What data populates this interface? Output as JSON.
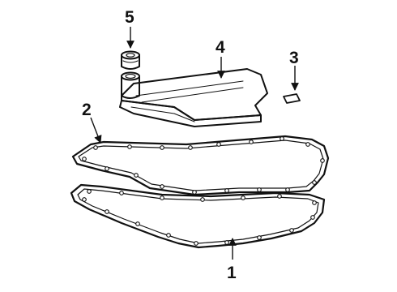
{
  "diagram": {
    "callouts": [
      {
        "id": "callout-1",
        "label": "1"
      },
      {
        "id": "callout-2",
        "label": "2"
      },
      {
        "id": "callout-3",
        "label": "3"
      },
      {
        "id": "callout-4",
        "label": "4"
      },
      {
        "id": "callout-5",
        "label": "5"
      }
    ]
  },
  "colors": {
    "ink": "#111111",
    "background": "#ffffff",
    "part_fill": "#f4f4f4"
  }
}
